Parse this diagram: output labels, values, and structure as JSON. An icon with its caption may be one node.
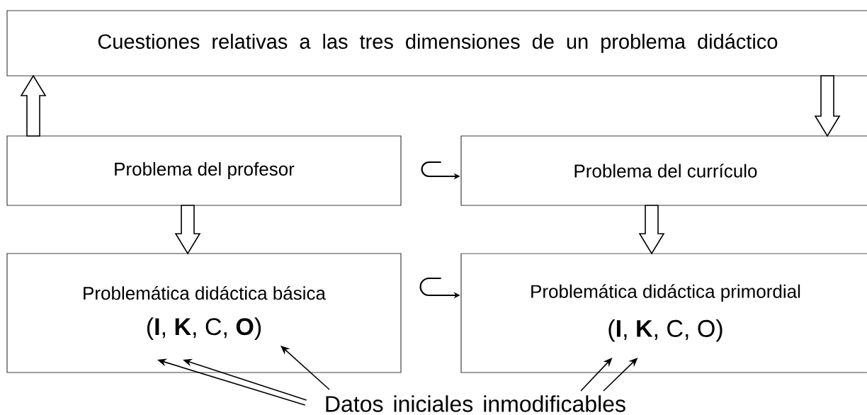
{
  "diagram": {
    "nodes": [
      {
        "text": [
          "Cuestiones relativas a las tres dimensiones de un problema didáctico"
        ]
      },
      {
        "text": [
          "Problema del profesor"
        ]
      },
      {
        "text": [
          "Problema del currículo"
        ]
      },
      {
        "text": [
          "Problemática didáctica básica",
          "(**I**, **K**, C, **O**)"
        ]
      },
      {
        "text": [
          "Problemática didáctica primordial",
          "(**I**, **K**, C, O)"
        ]
      },
      {
        "text": [
          "Datos iniciales inmodificables"
        ]
      }
    ],
    "edges": [
      {
        "from": 1,
        "to": 0,
        "arrow": "to"
      },
      {
        "from": 0,
        "to": 2,
        "arrow": "to"
      },
      {
        "from": 1,
        "to": 3,
        "arrow": "to"
      },
      {
        "from": 2,
        "to": 4,
        "arrow": "to"
      },
      {
        "from": 5,
        "to": 3,
        "arrow": "to"
      },
      {
        "from": 5,
        "to": 3,
        "arrow": "to"
      },
      {
        "from": 5,
        "to": 3,
        "arrow": "to"
      },
      {
        "from": 5,
        "to": 4,
        "arrow": "to"
      },
      {
        "from": 5,
        "to": 4,
        "arrow": "to"
      }
    ]
  }
}
